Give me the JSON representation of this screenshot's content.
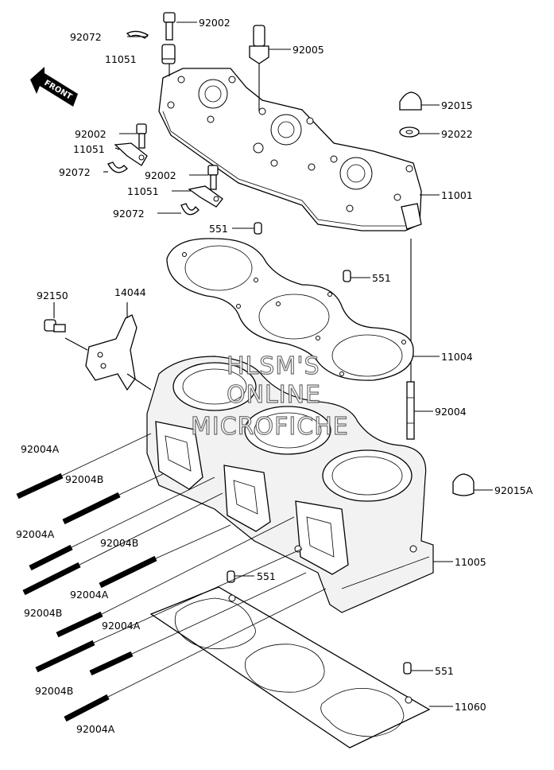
{
  "diagram": {
    "front_label": "FRONT",
    "watermark": [
      "HLSM'S",
      "ONLINE",
      "MICROFICHE"
    ],
    "labels": [
      {
        "id": "92002-a",
        "text": "92002"
      },
      {
        "id": "92072-a",
        "text": "92072"
      },
      {
        "id": "11051-a",
        "text": "11051"
      },
      {
        "id": "92005",
        "text": "92005"
      },
      {
        "id": "92015",
        "text": "92015"
      },
      {
        "id": "92022",
        "text": "92022"
      },
      {
        "id": "92002-b",
        "text": "92002"
      },
      {
        "id": "11051-b",
        "text": "11051"
      },
      {
        "id": "92072-b",
        "text": "92072"
      },
      {
        "id": "92002-c",
        "text": "92002"
      },
      {
        "id": "11051-c",
        "text": "11051"
      },
      {
        "id": "92072-c",
        "text": "92072"
      },
      {
        "id": "11001",
        "text": "11001"
      },
      {
        "id": "551-a",
        "text": "551"
      },
      {
        "id": "551-b",
        "text": "551"
      },
      {
        "id": "92150",
        "text": "92150"
      },
      {
        "id": "14044",
        "text": "14044"
      },
      {
        "id": "11004",
        "text": "11004"
      },
      {
        "id": "92004",
        "text": "92004"
      },
      {
        "id": "92004A-a",
        "text": "92004A"
      },
      {
        "id": "92004B-a",
        "text": "92004B"
      },
      {
        "id": "92015A",
        "text": "92015A"
      },
      {
        "id": "92004A-b",
        "text": "92004A"
      },
      {
        "id": "92004B-b",
        "text": "92004B"
      },
      {
        "id": "11005",
        "text": "11005"
      },
      {
        "id": "551-c",
        "text": "551"
      },
      {
        "id": "92004A-c",
        "text": "92004A"
      },
      {
        "id": "92004B-c",
        "text": "92004B"
      },
      {
        "id": "92004A-d",
        "text": "92004A"
      },
      {
        "id": "551-d",
        "text": "551"
      },
      {
        "id": "92004B-d",
        "text": "92004B"
      },
      {
        "id": "11060",
        "text": "11060"
      },
      {
        "id": "92004A-e",
        "text": "92004A"
      }
    ]
  }
}
